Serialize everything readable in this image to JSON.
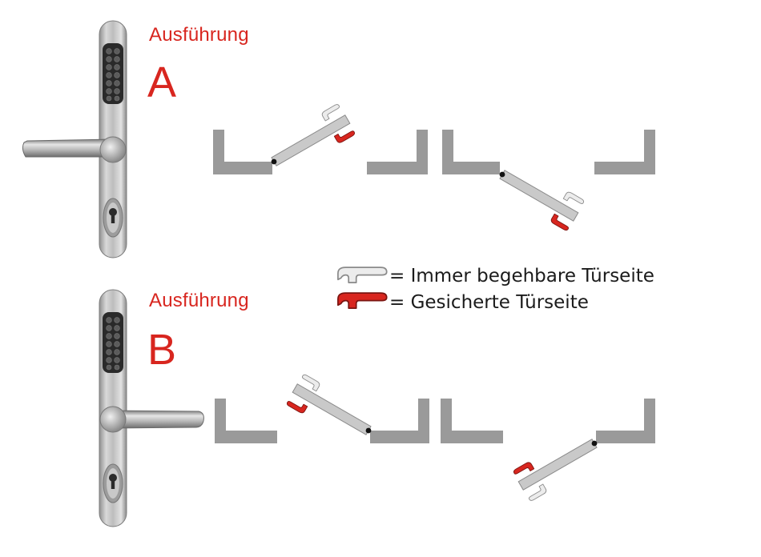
{
  "variant_a": {
    "label": "Ausführung",
    "letter": "A"
  },
  "variant_b": {
    "label": "Ausführung",
    "letter": "B"
  },
  "legend": [
    {
      "icon": "grey-handle-icon",
      "text": "= Immer begehbare Türseite"
    },
    {
      "icon": "red-handle-icon",
      "text": "= Gesicherte Türseite"
    }
  ],
  "colors": {
    "accent_red": "#d8261f",
    "frame_grey": "#9a9a9a",
    "door_grey": "#c9c9c9",
    "handle_grey": "#eeeeee"
  },
  "icons": [
    "keypad-icon",
    "cylinder-lock-icon",
    "lever-handle-icon",
    "hinge-pivot-icon"
  ]
}
